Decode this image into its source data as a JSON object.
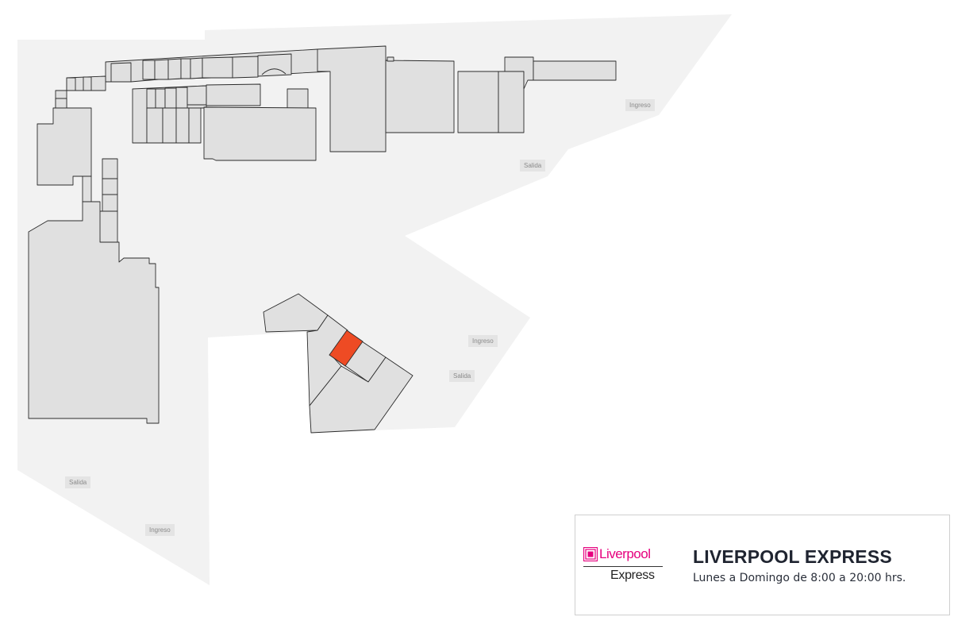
{
  "map": {
    "colors": {
      "background": "#ffffff",
      "walkway": "#f2f2f2",
      "unit_fill": "#e0e0e0",
      "unit_stroke": "#2b2b2b",
      "highlight": "#ee4b24",
      "tag_bg": "#e4e4e4",
      "tag_text": "#8a8a8a"
    },
    "entrances": {
      "ingreso_ne": "Ingreso",
      "salida_ne": "Salida",
      "ingreso_e": "Ingreso",
      "salida_e": "Salida",
      "salida_sw": "Salida",
      "ingreso_sw": "Ingreso"
    },
    "highlighted_store": "LIVERPOOL EXPRESS"
  },
  "store_card": {
    "logo_wordmark": "Liverpool",
    "logo_icon": "liverpool-logo-icon",
    "logo_subbrand": "Express",
    "logo_color": "#e6007e",
    "title": "LIVERPOOL EXPRESS",
    "hours": "Lunes a Domingo de 8:00 a 20:00 hrs."
  }
}
